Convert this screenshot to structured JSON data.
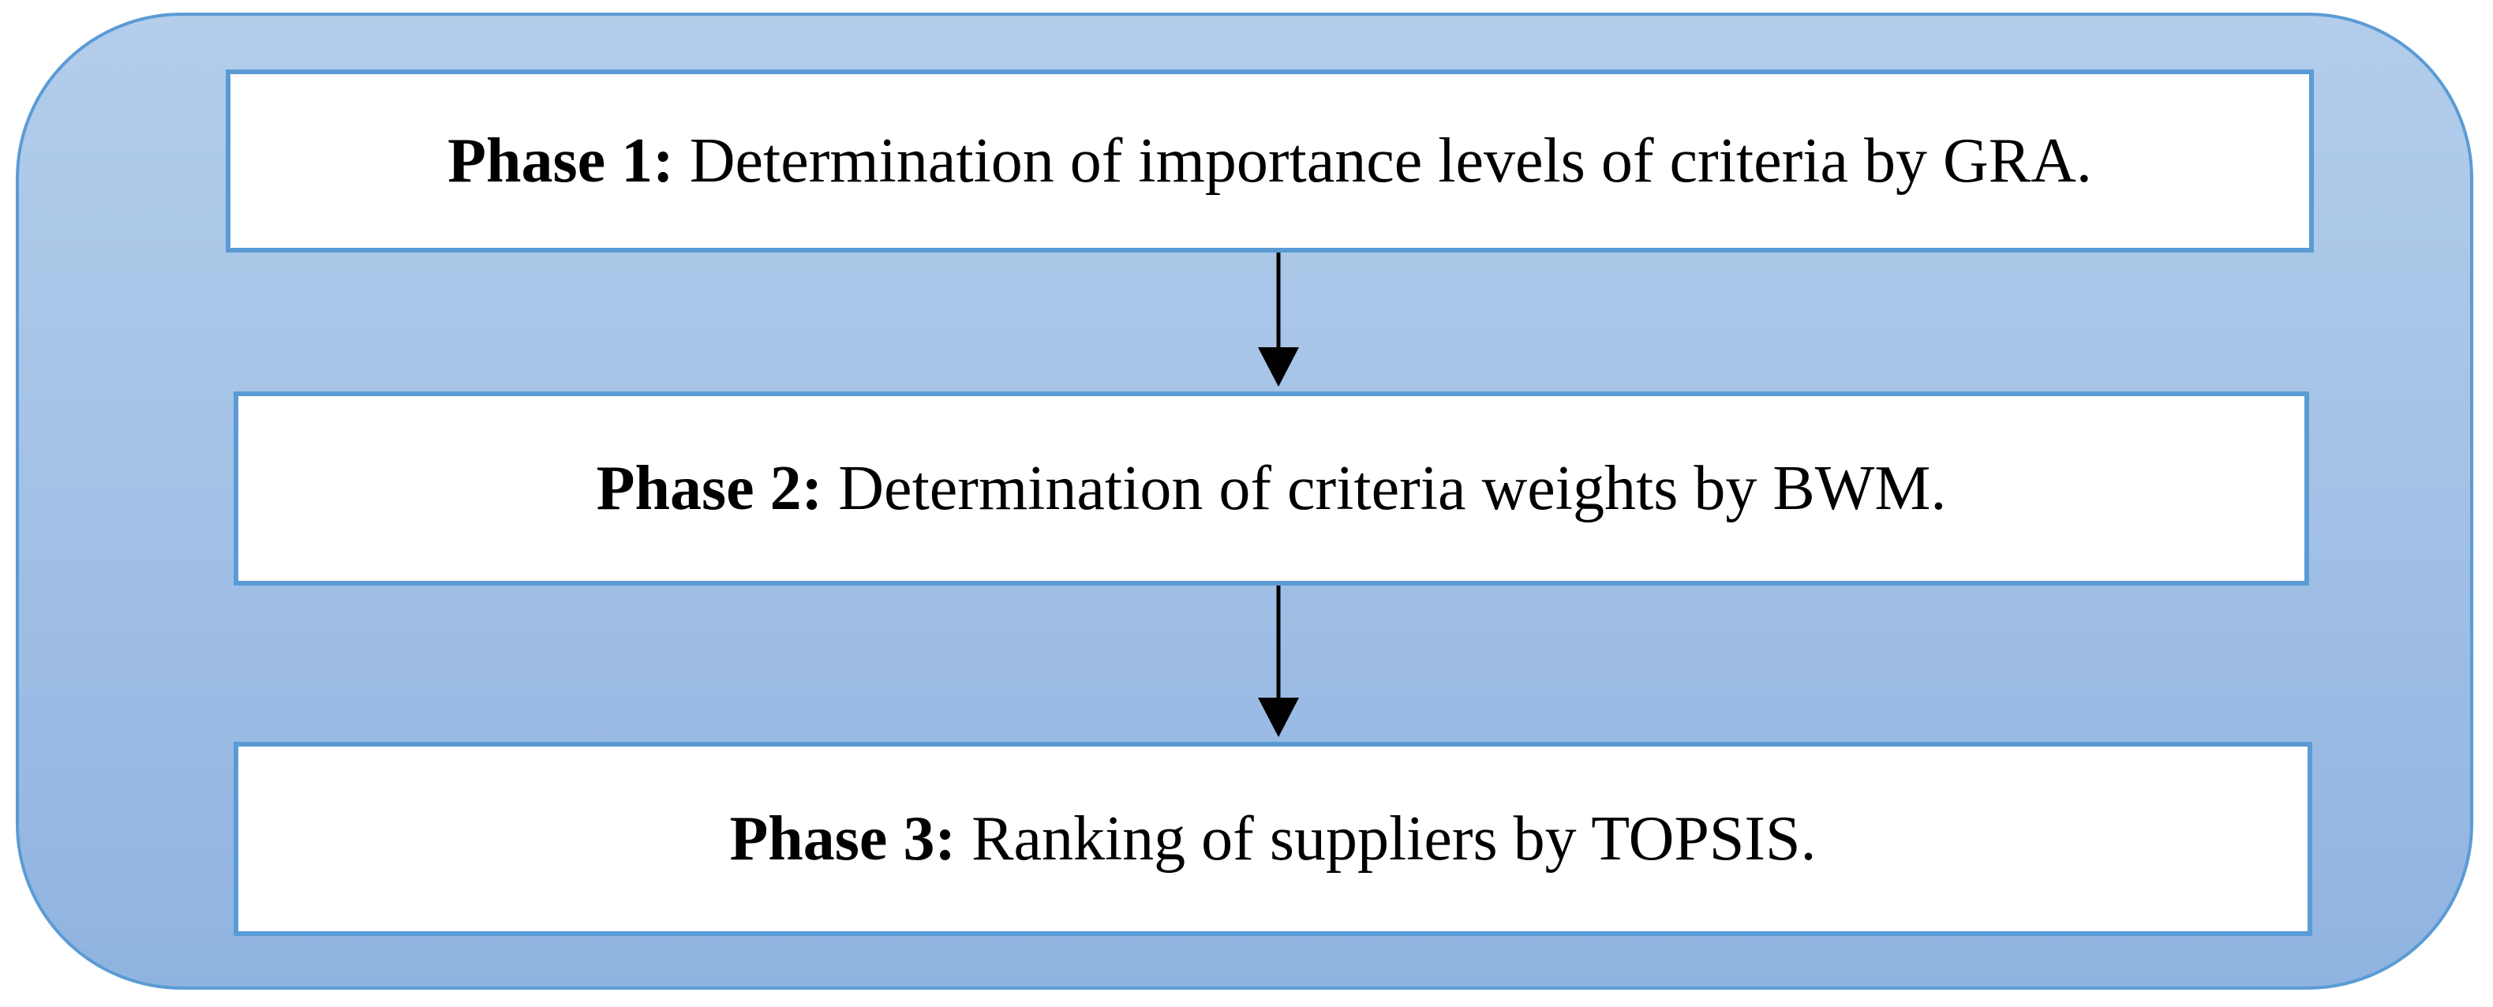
{
  "diagram": {
    "phases": [
      {
        "label": "Phase 1:",
        "text": "Determination of importance levels of criteria by GRA."
      },
      {
        "label": "Phase 2:",
        "text": "Determination of criteria weights by BWM."
      },
      {
        "label": "Phase 3:",
        "text": "Ranking of suppliers by TOPSIS."
      }
    ],
    "colors": {
      "border": "#5b9bd5",
      "background_top": "#b3cdeb",
      "background_bottom": "#8fb3e0",
      "box_fill": "#ffffff",
      "arrow": "#000000"
    }
  }
}
